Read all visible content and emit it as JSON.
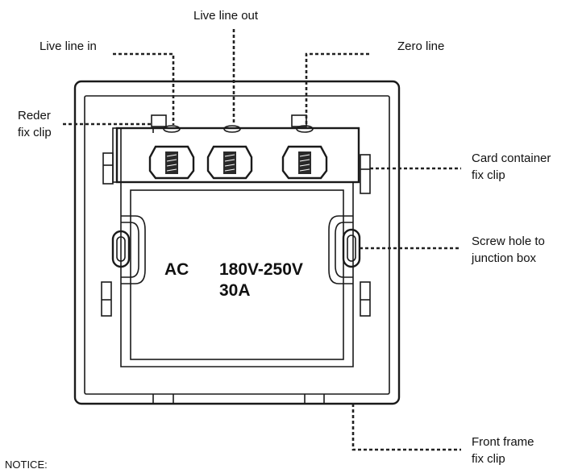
{
  "labels": {
    "live_line_in": "Live line in",
    "live_line_out": "Live line out",
    "zero_line": "Zero line",
    "reder_fix_clip_1": "Reder",
    "reder_fix_clip_2": "fix clip",
    "card_container_fix_clip_1": "Card container",
    "card_container_fix_clip_2": "fix clip",
    "screw_hole_1": "Screw hole to",
    "screw_hole_2": "junction box",
    "front_frame_fix_clip_1": "Front frame",
    "front_frame_fix_clip_2": "fix clip",
    "notice": "NOTICE:"
  },
  "spec": {
    "ac": "AC",
    "voltage": "180V-250V",
    "current": "30A"
  },
  "colors": {
    "stroke": "#1a1a1a",
    "text": "#111111",
    "background": "#ffffff"
  }
}
